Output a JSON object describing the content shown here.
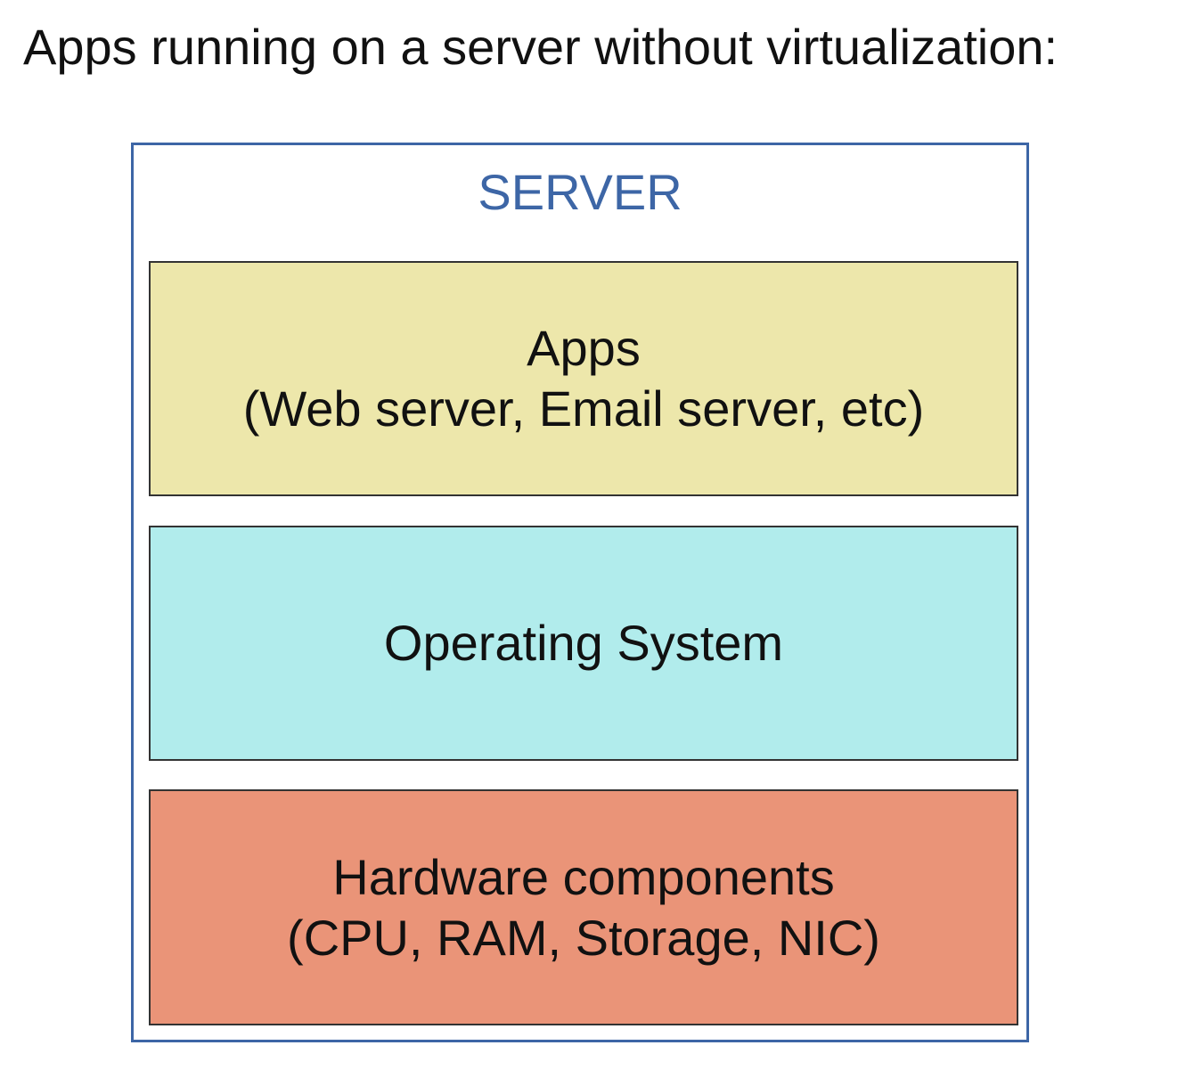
{
  "title": "Apps running on a server without virtualization:",
  "server": {
    "label": "SERVER",
    "layers": [
      {
        "name": "Apps",
        "detail": "(Web server, Email server, etc)",
        "color": "#ede7ab"
      },
      {
        "name": "Operating System",
        "color": "#b1ecec"
      },
      {
        "name": "Hardware components",
        "detail": "(CPU, RAM, Storage, NIC)",
        "color": "#ea9478"
      }
    ]
  }
}
